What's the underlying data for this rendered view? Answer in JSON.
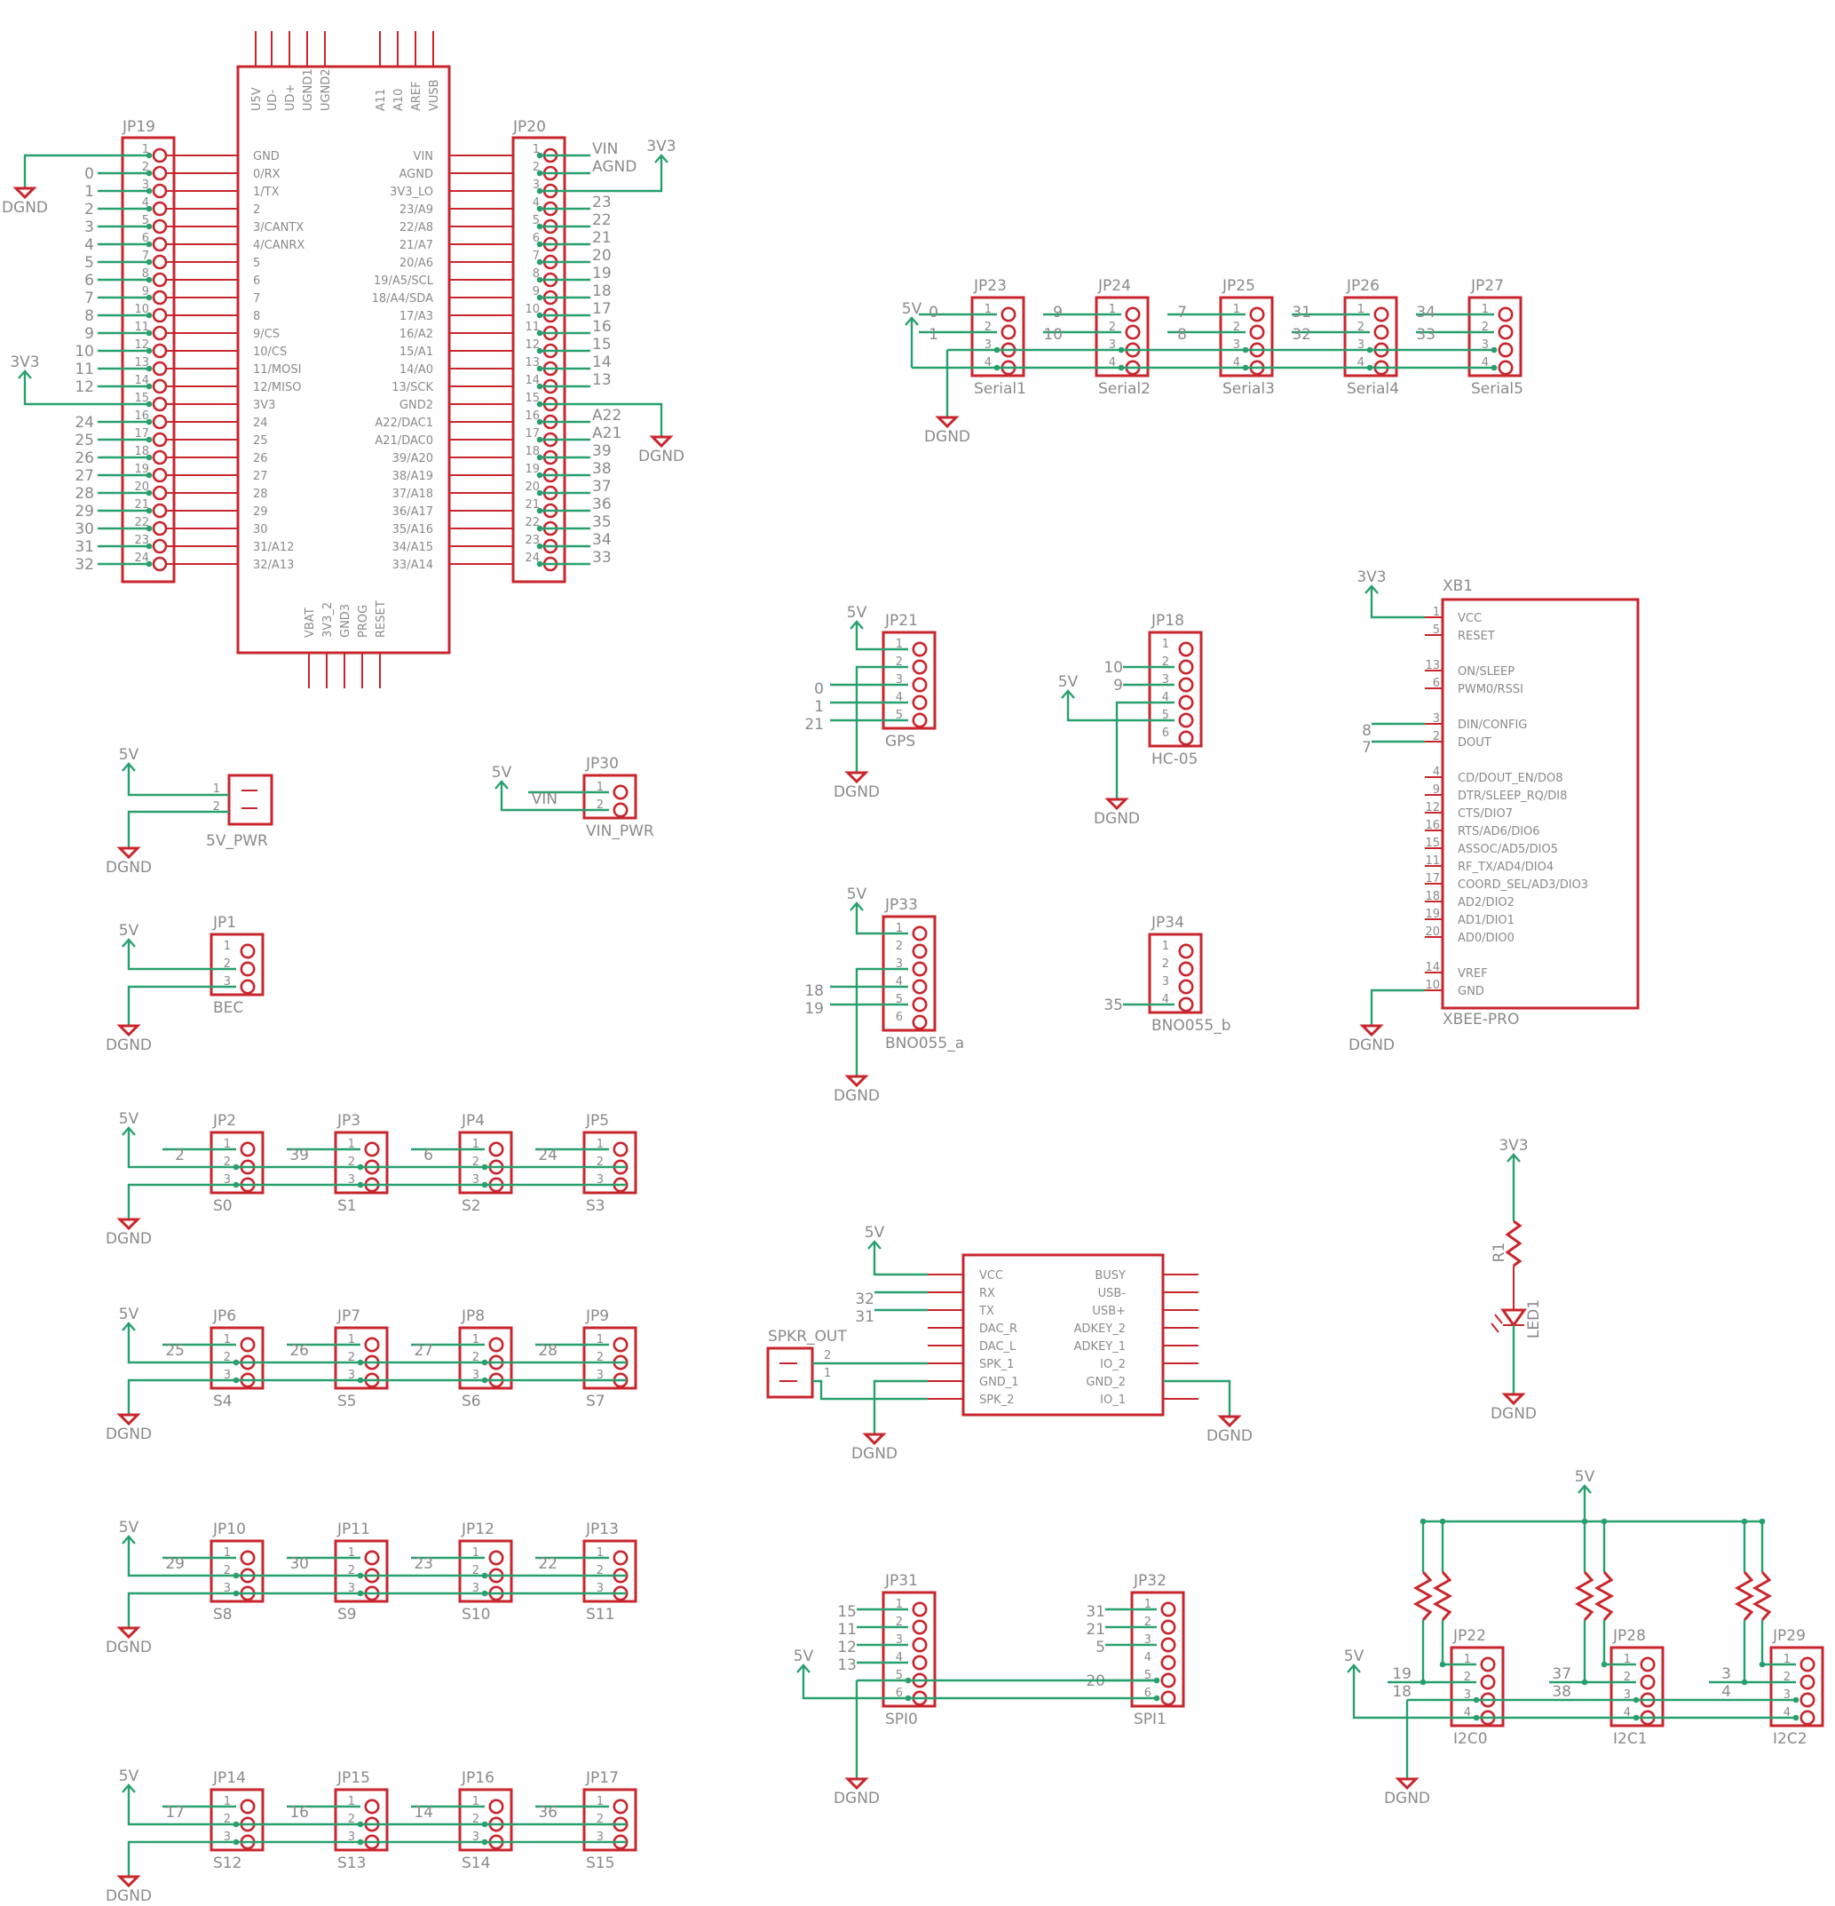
{
  "colors": {
    "symbol": "#c8262c",
    "wire": "#28a06e",
    "text": "#8a8a8a",
    "background": "#ffffff"
  },
  "teensy": {
    "top_pins": [
      "U5V",
      "UD-",
      "UD+",
      "UGND1",
      "UGND2",
      "A11",
      "A10",
      "AREF",
      "VUSB"
    ],
    "bottom_pins": [
      "VBAT",
      "3V3_2",
      "GND3",
      "PROG",
      "RESET"
    ],
    "left_pins": [
      "GND",
      "0/RX",
      "1/TX",
      "2",
      "3/CANTX",
      "4/CANRX",
      "5",
      "6",
      "7",
      "8",
      "9/CS",
      "10/CS",
      "11/MOSI",
      "12/MISO",
      "3V3",
      "24",
      "25",
      "26",
      "27",
      "28",
      "29",
      "30",
      "31/A12",
      "32/A13"
    ],
    "right_pins": [
      "VIN",
      "AGND",
      "3V3_LO",
      "23/A9",
      "22/A8",
      "21/A7",
      "20/A6",
      "19/A5/SCL",
      "18/A4/SDA",
      "17/A3",
      "16/A2",
      "15/A1",
      "14/A0",
      "13/SCK",
      "GND2",
      "A22/DAC1",
      "A21/DAC0",
      "39/A20",
      "38/A19",
      "37/A18",
      "36/A17",
      "35/A16",
      "34/A15",
      "33/A14"
    ]
  },
  "jp19": {
    "name": "JP19",
    "nets": [
      "",
      "0",
      "1",
      "2",
      "3",
      "4",
      "5",
      "6",
      "7",
      "8",
      "9",
      "10",
      "11",
      "12",
      "",
      "24",
      "25",
      "26",
      "27",
      "28",
      "29",
      "30",
      "31",
      "32"
    ]
  },
  "jp20": {
    "name": "JP20",
    "nets": [
      "VIN",
      "AGND",
      "",
      "23",
      "22",
      "21",
      "20",
      "19",
      "18",
      "17",
      "16",
      "15",
      "14",
      "13",
      "",
      "A22",
      "A21",
      "39",
      "38",
      "37",
      "36",
      "35",
      "34",
      "33"
    ]
  },
  "power": {
    "dgnd": "DGND",
    "v33": "3V3",
    "v5": "5V",
    "vin": "VIN"
  },
  "serial_headers": [
    {
      "name": "JP23",
      "value": "Serial1",
      "nets": [
        "0",
        "1"
      ]
    },
    {
      "name": "JP24",
      "value": "Serial2",
      "nets": [
        "9",
        "10"
      ]
    },
    {
      "name": "JP25",
      "value": "Serial3",
      "nets": [
        "7",
        "8"
      ]
    },
    {
      "name": "JP26",
      "value": "Serial4",
      "nets": [
        "31",
        "32"
      ]
    },
    {
      "name": "JP27",
      "value": "Serial5",
      "nets": [
        "34",
        "33"
      ]
    }
  ],
  "gps": {
    "name": "JP21",
    "value": "GPS",
    "nets": [
      "0",
      "1",
      "21"
    ]
  },
  "hc05": {
    "name": "JP18",
    "value": "HC-05",
    "nets": [
      "10",
      "9"
    ]
  },
  "bno_a": {
    "name": "JP33",
    "value": "BNO055_a",
    "nets": [
      "18",
      "19"
    ]
  },
  "bno_b": {
    "name": "JP34",
    "value": "BNO055_b",
    "nets": [
      "35"
    ]
  },
  "xbee": {
    "name": "XB1",
    "value": "XBEE-PRO",
    "pins": [
      {
        "num": "1",
        "label": "VCC"
      },
      {
        "num": "5",
        "label": "RESET"
      },
      {
        "num": "13",
        "label": "ON/SLEEP"
      },
      {
        "num": "6",
        "label": "PWM0/RSSI"
      },
      {
        "num": "3",
        "label": "DIN/CONFIG"
      },
      {
        "num": "2",
        "label": "DOUT"
      },
      {
        "num": "4",
        "label": "CD/DOUT_EN/DO8"
      },
      {
        "num": "9",
        "label": "DTR/SLEEP_RQ/DI8"
      },
      {
        "num": "12",
        "label": "CTS/DIO7"
      },
      {
        "num": "16",
        "label": "RTS/AD6/DIO6"
      },
      {
        "num": "15",
        "label": "ASSOC/AD5/DIO5"
      },
      {
        "num": "11",
        "label": "RF_TX/AD4/DIO4"
      },
      {
        "num": "17",
        "label": "COORD_SEL/AD3/DIO3"
      },
      {
        "num": "18",
        "label": "AD2/DIO2"
      },
      {
        "num": "19",
        "label": "AD1/DIO1"
      },
      {
        "num": "20",
        "label": "AD0/DIO0"
      },
      {
        "num": "14",
        "label": "VREF"
      },
      {
        "num": "10",
        "label": "GND"
      }
    ],
    "nets": [
      "8",
      "7"
    ]
  },
  "pwr5v": {
    "value": "5V_PWR"
  },
  "vinpwr": {
    "name": "JP30",
    "value": "VIN_PWR"
  },
  "bec": {
    "name": "JP1",
    "value": "BEC"
  },
  "servos": [
    {
      "name": "JP2",
      "value": "S0",
      "net": "2"
    },
    {
      "name": "JP3",
      "value": "S1",
      "net": "39"
    },
    {
      "name": "JP4",
      "value": "S2",
      "net": "6"
    },
    {
      "name": "JP5",
      "value": "S3",
      "net": "24"
    },
    {
      "name": "JP6",
      "value": "S4",
      "net": "25"
    },
    {
      "name": "JP7",
      "value": "S5",
      "net": "26"
    },
    {
      "name": "JP8",
      "value": "S6",
      "net": "27"
    },
    {
      "name": "JP9",
      "value": "S7",
      "net": "28"
    },
    {
      "name": "JP10",
      "value": "S8",
      "net": "29"
    },
    {
      "name": "JP11",
      "value": "S9",
      "net": "30"
    },
    {
      "name": "JP12",
      "value": "S10",
      "net": "23"
    },
    {
      "name": "JP13",
      "value": "S11",
      "net": "22"
    },
    {
      "name": "JP14",
      "value": "S12",
      "net": "17"
    },
    {
      "name": "JP15",
      "value": "S13",
      "net": "16"
    },
    {
      "name": "JP16",
      "value": "S14",
      "net": "14"
    },
    {
      "name": "JP17",
      "value": "S15",
      "net": "36"
    }
  ],
  "mp3": {
    "left_pins": [
      "VCC",
      "RX",
      "TX",
      "DAC_R",
      "DAC_L",
      "SPK_1",
      "GND_1",
      "SPK_2"
    ],
    "right_pins": [
      "BUSY",
      "USB-",
      "USB+",
      "ADKEY_2",
      "ADKEY_1",
      "IO_2",
      "GND_2",
      "IO_1"
    ],
    "nets": [
      "32",
      "31"
    ]
  },
  "spkr": {
    "value": "SPKR_OUT"
  },
  "led": {
    "resistor": "R1",
    "led": "LED1"
  },
  "spi0": {
    "name": "JP31",
    "value": "SPI0",
    "nets": [
      "15",
      "11",
      "12",
      "13"
    ]
  },
  "spi1": {
    "name": "JP32",
    "value": "SPI1",
    "nets": [
      "31",
      "21",
      "5",
      "20"
    ]
  },
  "i2c": [
    {
      "name": "JP22",
      "value": "I2C0",
      "nets": [
        "19",
        "18"
      ]
    },
    {
      "name": "JP28",
      "value": "I2C1",
      "nets": [
        "37",
        "38"
      ]
    },
    {
      "name": "JP29",
      "value": "I2C2",
      "nets": [
        "3",
        "4"
      ]
    }
  ]
}
